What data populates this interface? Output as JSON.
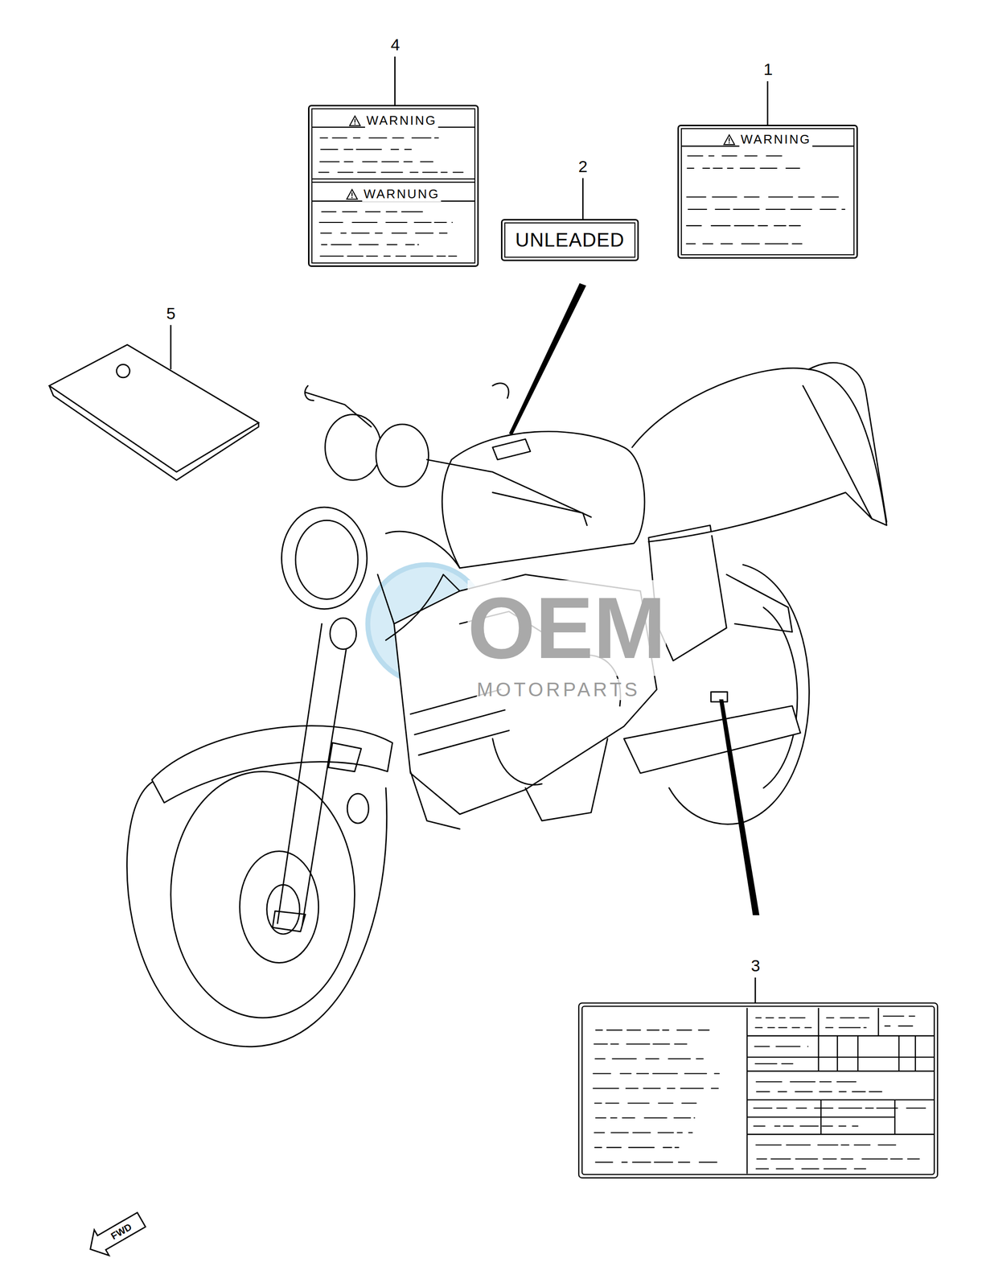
{
  "diagram": {
    "nodes": [
      {
        "text": [
          "WARNING",
          "WARNUNG"
        ]
      },
      {
        "text": [
          "UNLEADED"
        ]
      },
      {
        "text": [
          "WARNING"
        ]
      }
    ],
    "labels": [
      "4",
      "2",
      "1",
      "5",
      "3",
      "OEM",
      "MOTORPARTS",
      "FWD"
    ]
  }
}
